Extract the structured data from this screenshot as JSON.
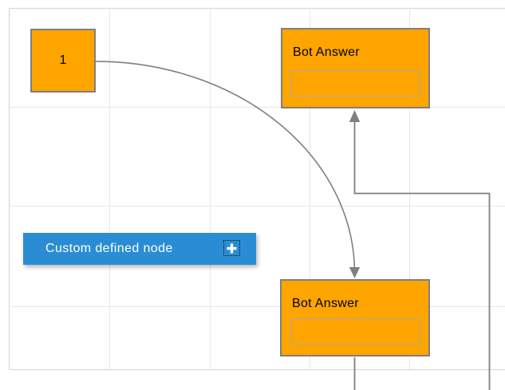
{
  "diagram": {
    "nodes": {
      "square": {
        "label": "1"
      },
      "bot_answer_top": {
        "title": "Bot Answer",
        "input_value": "",
        "input_placeholder": ""
      },
      "bot_answer_bottom": {
        "title": "Bot Answer",
        "input_value": "",
        "input_placeholder": ""
      },
      "custom": {
        "label": "Custom defined node",
        "add_icon": "plus-icon"
      }
    },
    "connectors": [
      {
        "name": "curved-connector",
        "from": "square-node",
        "to": "bot-answer-bottom-node",
        "arrow": "down"
      },
      {
        "name": "elbow-connector",
        "to": "bot-answer-top-node",
        "arrow": "up"
      },
      {
        "name": "bottom-stub-connector",
        "from": "bot-answer-bottom-node"
      }
    ]
  },
  "colors": {
    "node_fill": "#ffa500",
    "node_border": "#7f7f7f",
    "accent": "#2a8dd4",
    "connector": "#7f7f7f",
    "grid_line": "#e7e7e7",
    "page_border": "#d9d9d9",
    "background": "#ffffff"
  }
}
